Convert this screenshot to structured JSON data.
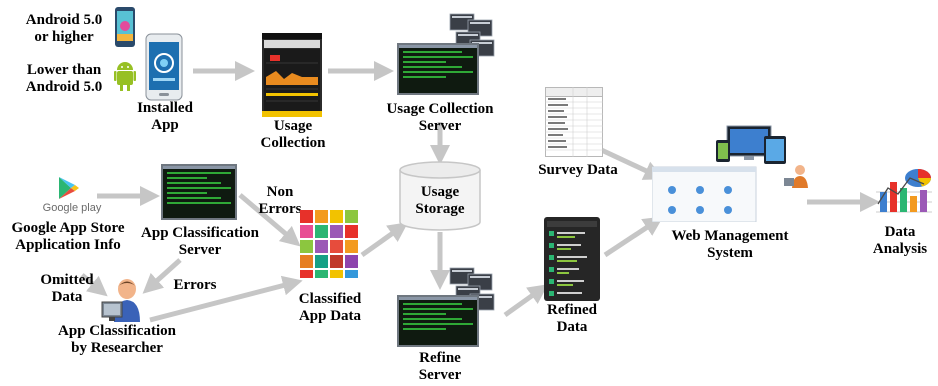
{
  "labels": {
    "android5": [
      "Android 5.0",
      "or higher"
    ],
    "lower": [
      "Lower than",
      "Android 5.0"
    ],
    "installed_app": [
      "Installed",
      "App"
    ],
    "usage_collection": [
      "Usage",
      "Collection"
    ],
    "usage_collection_server": [
      "Usage Collection",
      "Server"
    ],
    "google_app_store": [
      "Google App Store",
      "Application Info"
    ],
    "app_classification_server": [
      "App Classification",
      "Server"
    ],
    "non_errors": [
      "Non",
      "Errors"
    ],
    "errors": "Errors",
    "omitted_data": [
      "Omitted",
      "Data"
    ],
    "app_classification_researcher": [
      "App Classification",
      "by Researcher"
    ],
    "classified_app_data": [
      "Classified",
      "App Data"
    ],
    "usage_storage": [
      "Usage",
      "Storage"
    ],
    "survey_data": "Survey Data",
    "web_management_system": [
      "Web Management",
      "System"
    ],
    "refined_data": [
      "Refined",
      "Data"
    ],
    "refine_server": [
      "Refine",
      "Server"
    ],
    "data_analysis": [
      "Data",
      "Analysis"
    ],
    "google_play_logo": "Google play"
  },
  "colors": {
    "arrow": "#c6c6c6",
    "terminal_text": "#2fa836",
    "storage_fill": "#ececec"
  },
  "icons": [
    "android-lollipop-phone-icon",
    "android-robot-icon",
    "smartphone-icon",
    "usage-app-screenshot-icon",
    "server-stack-icon",
    "google-play-icon",
    "researcher-icon",
    "app-tiles-icon",
    "database-cylinder-icon",
    "survey-table-icon",
    "dashboard-screenshot-icon",
    "refined-data-phone-icon",
    "data-chart-icon"
  ]
}
